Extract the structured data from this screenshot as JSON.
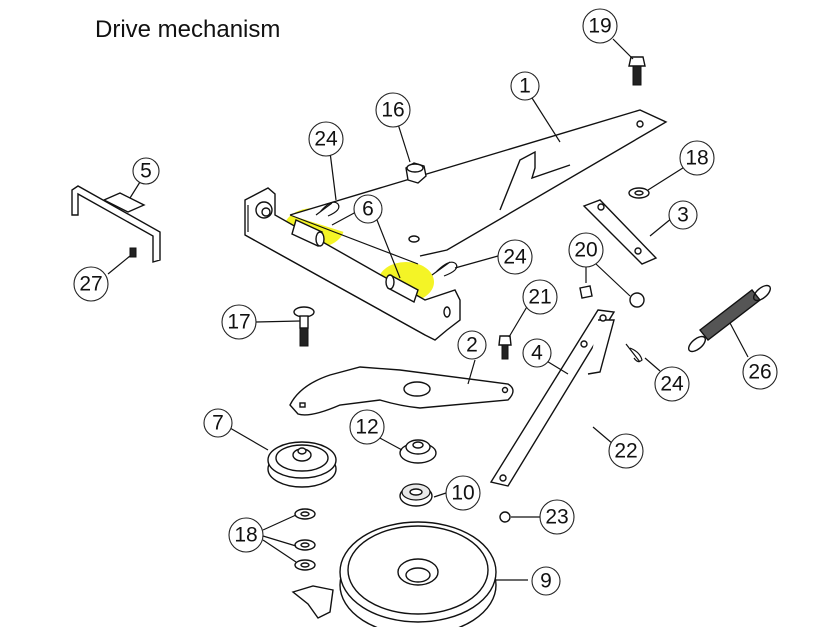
{
  "title": "Drive mechanism",
  "highlight_color": "#f2f200",
  "callouts": [
    {
      "id": "c19",
      "label": "19",
      "part": "hex-bolt"
    },
    {
      "id": "c1",
      "label": "1",
      "part": "main-bracket-arm"
    },
    {
      "id": "c16",
      "label": "16",
      "part": "lock-nut"
    },
    {
      "id": "c24a",
      "label": "24",
      "part": "hair-pin-clip"
    },
    {
      "id": "c6",
      "label": "6",
      "part": "pivot-pin"
    },
    {
      "id": "c5",
      "label": "5",
      "part": "handle-bracket"
    },
    {
      "id": "c18a",
      "label": "18",
      "part": "washer"
    },
    {
      "id": "c3",
      "label": "3",
      "part": "link-plate"
    },
    {
      "id": "c24b",
      "label": "24",
      "part": "hair-pin-clip"
    },
    {
      "id": "c27",
      "label": "27",
      "part": "small-screw"
    },
    {
      "id": "c20",
      "label": "20",
      "part": "nut"
    },
    {
      "id": "c21",
      "label": "21",
      "part": "bolt"
    },
    {
      "id": "c17",
      "label": "17",
      "part": "carriage-bolt"
    },
    {
      "id": "c2",
      "label": "2",
      "part": "idler-arm"
    },
    {
      "id": "c4",
      "label": "4",
      "part": "control-rod"
    },
    {
      "id": "c24c",
      "label": "24",
      "part": "hair-pin-clip"
    },
    {
      "id": "c26",
      "label": "26",
      "part": "tension-spring"
    },
    {
      "id": "c7",
      "label": "7",
      "part": "idler-pulley"
    },
    {
      "id": "c12",
      "label": "12",
      "part": "spacer-bushing"
    },
    {
      "id": "c22",
      "label": "22",
      "part": "bolt"
    },
    {
      "id": "c10",
      "label": "10",
      "part": "bearing"
    },
    {
      "id": "c23",
      "label": "23",
      "part": "nut"
    },
    {
      "id": "c18b",
      "label": "18",
      "part": "washers"
    },
    {
      "id": "c9",
      "label": "9",
      "part": "drive-pulley"
    }
  ]
}
